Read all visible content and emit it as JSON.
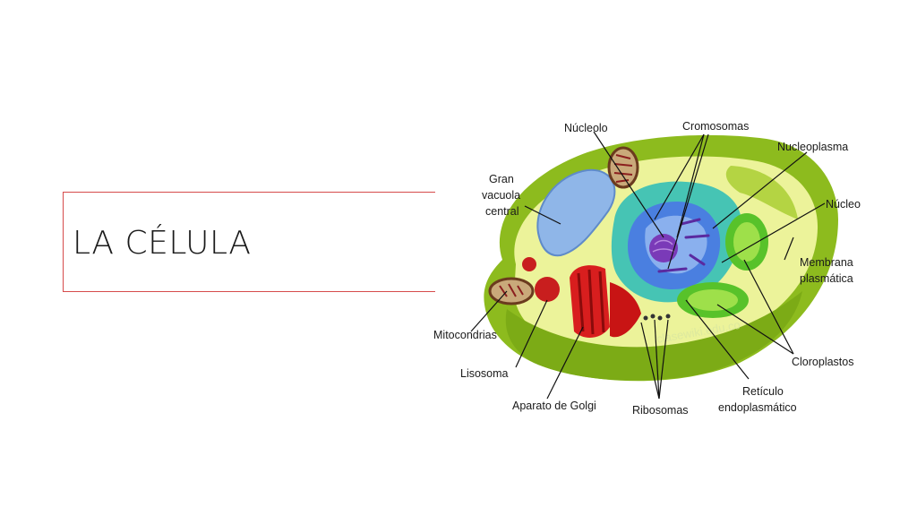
{
  "slide": {
    "title": "LA CÉLULA"
  },
  "diagram": {
    "labels": {
      "nucleolo": "Núcleolo",
      "cromosomas": "Cromosomas",
      "nucleoplasma": "Nucleoplasma",
      "gran": "Gran",
      "vacuola": "vacuola",
      "central": "central",
      "nucleo": "Núcleo",
      "membrana": "Membrana",
      "plasmatica": "plasmática",
      "mitocondrias": "Mitocondrias",
      "lisosoma": "Lisosoma",
      "aparato_golgi": "Aparato de Golgi",
      "ribosomas": "Ribosomas",
      "reticulo": "Retículo",
      "endoplasmatico": "endoplasmático",
      "cloroplastos": "Cloroplastos"
    },
    "watermark": "clasewiki.edu.co"
  },
  "colors": {
    "title_border": "#d64b4b",
    "cell_wall": "#8dbb1e",
    "cytoplasm": "#ecf39a",
    "vacuole": "#8fb6e8",
    "nucleus": "#4a7fe0",
    "nucleolus": "#7a3ab8",
    "golgi": "#d81e1e",
    "chloroplast": "#58c22a",
    "er": "#46c4b4"
  }
}
